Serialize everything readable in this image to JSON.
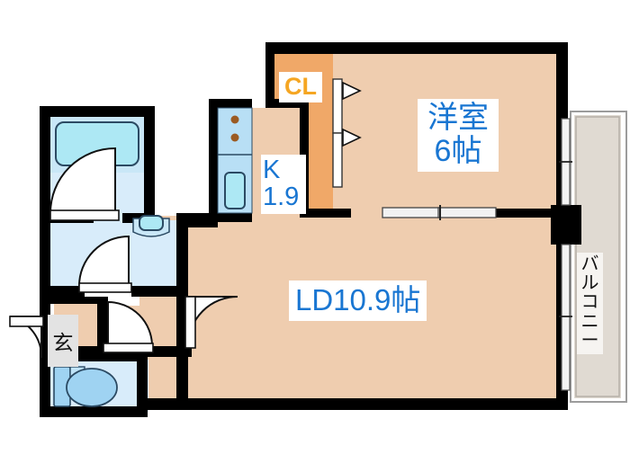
{
  "plan": {
    "type": "apartment-floor-plan",
    "layout_code": "1LDK",
    "colors": {
      "wall": "#000000",
      "floor_living": "#EFCDAF",
      "floor_closet": "#F0A868",
      "wet_area": "#D8ECFA",
      "fixture_blue": "#ADE8F4",
      "fixture_outline": "#2b4a63",
      "balcony": "#E0DAD2",
      "balcony_label_bg": "#F6F4F1",
      "genkan_tile": "#E3E3E3",
      "label_text": "#1976D2",
      "closet_label_text": "#F5A623",
      "door_fill": "#FFFFFF",
      "background": "#FFFFFF",
      "burner": "#9B5A22"
    },
    "rooms": [
      {
        "id": "washitsu",
        "name_line1": "洋室",
        "name_line2": "6帖",
        "size_jo": 6.0,
        "label_color": "#1976D2"
      },
      {
        "id": "living-dining",
        "name": "LD10.9帖",
        "size_jo": 10.9,
        "label_color": "#1976D2"
      },
      {
        "id": "kitchen",
        "name_line1": "K",
        "name_line2": "1.9",
        "size_jo": 1.9,
        "label_color": "#1976D2"
      },
      {
        "id": "closet",
        "name": "CL",
        "label_color": "#F5A623"
      },
      {
        "id": "entrance",
        "name": "玄",
        "label_color": "#111111"
      },
      {
        "id": "balcony",
        "name_chars": [
          "バ",
          "ル",
          "コ",
          "ニ",
          "ー"
        ],
        "name": "バルコニー",
        "label_color": "#111111"
      },
      {
        "id": "bathroom",
        "name": "",
        "fixtures": [
          "bathtub"
        ]
      },
      {
        "id": "washroom",
        "name": "",
        "fixtures": [
          "washbasin"
        ]
      },
      {
        "id": "toilet",
        "name": "",
        "fixtures": [
          "toilet-bowl",
          "toilet-tank"
        ]
      }
    ],
    "fixtures": {
      "stove_burners": 2,
      "sink": 1,
      "bathtub": 1,
      "washbasin": 1,
      "toilet": 1
    },
    "openings": {
      "hinged_doors": 4,
      "folding_closet_doors": 2,
      "sliding_doors": 1,
      "windows": 3,
      "entrance_door": 1
    }
  }
}
